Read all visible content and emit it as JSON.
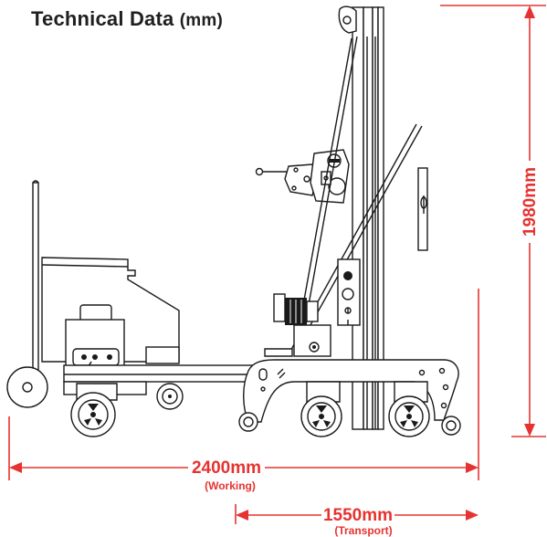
{
  "title": {
    "main": "Technical Data",
    "unit": "(mm)"
  },
  "dimensions": {
    "height": {
      "value": "1980mm"
    },
    "working_length": {
      "value": "2400mm",
      "note": "(Working)"
    },
    "transport_length": {
      "value": "1550mm",
      "note": "(Transport)"
    }
  },
  "colors": {
    "dimension_red": "#e63331",
    "line_dark": "#1a1a1a",
    "title_text": "#1f1f1f"
  }
}
